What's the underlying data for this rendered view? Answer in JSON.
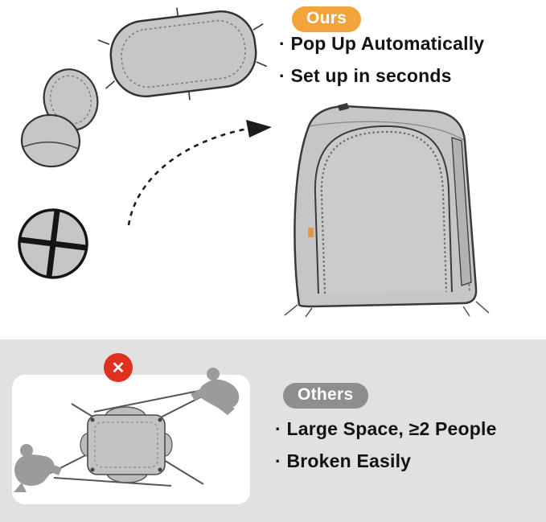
{
  "ours_section": {
    "badge_label": "Ours",
    "bullets": [
      "· Pop Up Automatically",
      "· Set up in seconds"
    ]
  },
  "others_section": {
    "badge_label": "Others",
    "bullets": [
      "· Large Space, ≥2 People",
      "· Broken Easily"
    ]
  },
  "icons": {
    "red_cross": "✕"
  },
  "colors": {
    "ours_badge_bg": "#F2A33C",
    "others_badge_bg": "#8E8E8E",
    "bottom_band_bg": "#E1E1E1",
    "red_cross_bg": "#E03020",
    "illustration_fill": "#C6C6C6",
    "illustration_line": "#333333",
    "text": "#131313"
  }
}
